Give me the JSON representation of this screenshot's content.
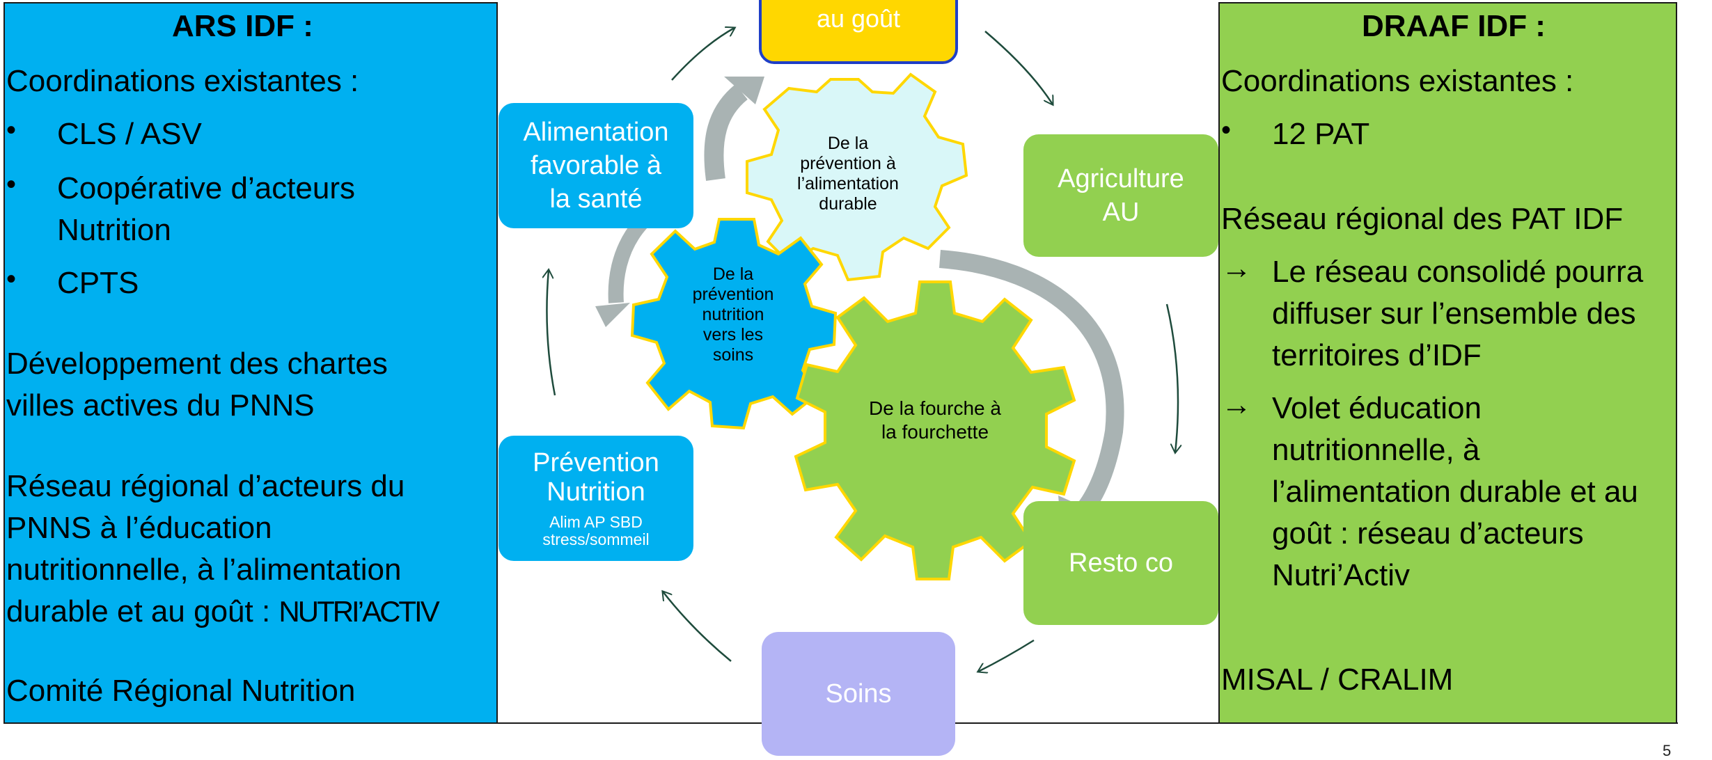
{
  "colors": {
    "ars_bg": "#00b0f0",
    "draaf_bg": "#92d050",
    "gear_light": "#d9f7f8",
    "gear_blue": "#00b0f0",
    "gear_green": "#92d050",
    "gear_border": "#ffd700",
    "top_box": "#ffd700",
    "soins_box": "#b4b4f5",
    "arrow_gray": "#a9b3b3",
    "arrow_dark_green": "#1e4b3c"
  },
  "left_panel": {
    "title": "ARS IDF :",
    "intro": "Coordinations existantes :",
    "bullets": [
      "CLS / ASV",
      "Coopérative d’acteurs",
      "Nutrition",
      "CPTS"
    ],
    "p1_l1": "Développement des chartes",
    "p1_l2": "villes actives du PNNS",
    "p2_l1": "Réseau régional d’acteurs du",
    "p2_l2": "PNNS à l’éducation",
    "p2_l3": "nutritionnelle, à l’alimentation",
    "p2_l4a": "durable et au goût : ",
    "p2_l4b": "NUTRI’ACTIV",
    "p3": "Comité Régional Nutrition"
  },
  "right_panel": {
    "title": "DRAAF IDF :",
    "intro": "Coordinations existantes :",
    "bullet1": "12 PAT",
    "network": "Réseau régional des PAT IDF",
    "arrow1": [
      "Le réseau consolidé pourra",
      "diffuser sur l’ensemble des",
      "territoires d’IDF"
    ],
    "arrow2": [
      "Volet éducation",
      "nutritionnelle, à",
      "l’alimentation durable et au",
      "goût : réseau d’acteurs",
      "Nutri’Activ"
    ],
    "footer": "MISAL / CRALIM"
  },
  "cycle": {
    "top": "au goût",
    "left_top": [
      "Alimentation",
      "favorable à",
      "la santé"
    ],
    "right_top": [
      "Agriculture",
      "AU"
    ],
    "left_bottom": {
      "title": [
        "Prévention",
        "Nutrition"
      ],
      "sub": [
        "Alim AP SBD",
        "stress/sommeil"
      ]
    },
    "right_bottom": "Resto co",
    "bottom": "Soins"
  },
  "gears": {
    "top": [
      "De la",
      "prévention à",
      "l’alimentation",
      "durable"
    ],
    "left": [
      "De la",
      "prévention",
      "nutrition",
      "vers les",
      "soins"
    ],
    "big": [
      "De la fourche à",
      "la fourchette"
    ]
  },
  "page_number": "5"
}
